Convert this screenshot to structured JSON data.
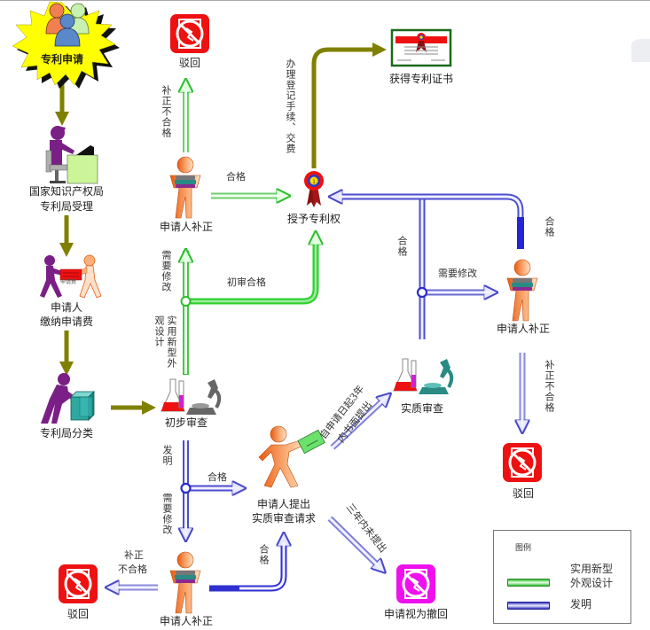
{
  "diagram": {
    "title": "专利申请流程",
    "nodes": {
      "start": {
        "label": "专利申请",
        "icon": "people-group-icon"
      },
      "accept": {
        "label_line1": "国家知识产权局",
        "label_line2": "专利局受理",
        "icon": "clerk-at-desk-icon"
      },
      "pay_fee": {
        "label_line1": "申请人",
        "label_line2": "缴纳申请费",
        "icon": "fee-handover-icon",
        "icon_caption": "申请费"
      },
      "classify": {
        "label": "专利局分类",
        "icon": "person-boxes-icon"
      },
      "prelim_exam": {
        "label": "初步审查",
        "icon": "lab-microscope-icon"
      },
      "correct_top": {
        "label": "申请人补正",
        "icon": "person-with-books-icon"
      },
      "reject_top": {
        "label": "驳回",
        "icon": "reject-icon"
      },
      "grant": {
        "label": "授予专利权",
        "icon": "award-ribbon-icon"
      },
      "certificate": {
        "label": "获得专利证书",
        "icon": "certificate-icon"
      },
      "request_exam": {
        "label_line1": "申请人提出",
        "label_line2": "实质审查请求",
        "icon": "walking-person-document-icon"
      },
      "substantive_exam": {
        "label": "实质审查",
        "icon": "lab-microscope-icon"
      },
      "correct_right": {
        "label": "申请人补正",
        "icon": "person-with-books-icon"
      },
      "reject_right": {
        "label": "驳回",
        "icon": "reject-icon"
      },
      "correct_bottom": {
        "label": "申请人补正",
        "icon": "person-with-books-icon"
      },
      "reject_bottom": {
        "label": "驳回",
        "icon": "reject-icon"
      },
      "withdrawn": {
        "label": "申请视为撤回",
        "icon": "withdrawn-icon"
      }
    },
    "edges": {
      "correct_fail_top": "补正不合格",
      "correct_pass_top": "合格",
      "needs_fix_top": "需要修改",
      "prelim_pass": "初审合格",
      "utility_design": "实用新型外观设计",
      "register_fee": "办理登记手续、交费",
      "substantive_pass": "合格",
      "substantive_fix": "需要修改",
      "correct_pass_right": "合格",
      "correct_fail_right": "补正不合格",
      "invention": "发明",
      "prelim_pass_invention": "合格",
      "needs_fix_invention": "需要修改",
      "correct_fail_bottom_line1": "补正",
      "correct_fail_bottom_line2": "不合格",
      "correct_pass_bottom": "合格",
      "request_within_3y_line1": "自申请日起3年",
      "request_within_3y_line2": "内书面提出",
      "not_requested_3y": "三年内未提出"
    }
  },
  "legend": {
    "title": "图例",
    "items": [
      {
        "label_line1": "实用新型",
        "label_line2": "外观设计",
        "color": "#3ee03e"
      },
      {
        "label_line1": "发明",
        "label_line2": "",
        "color": "#3a3ad0"
      }
    ]
  },
  "colors": {
    "main_flow": "#808000",
    "utility_design_line": "#3ee03e",
    "invention_line": "#3a3ad0",
    "reject_red": "#ee1111",
    "withdrawn_magenta": "#ee11ee",
    "person_orange": "#f07020",
    "person_purple": "#7a1f86"
  }
}
